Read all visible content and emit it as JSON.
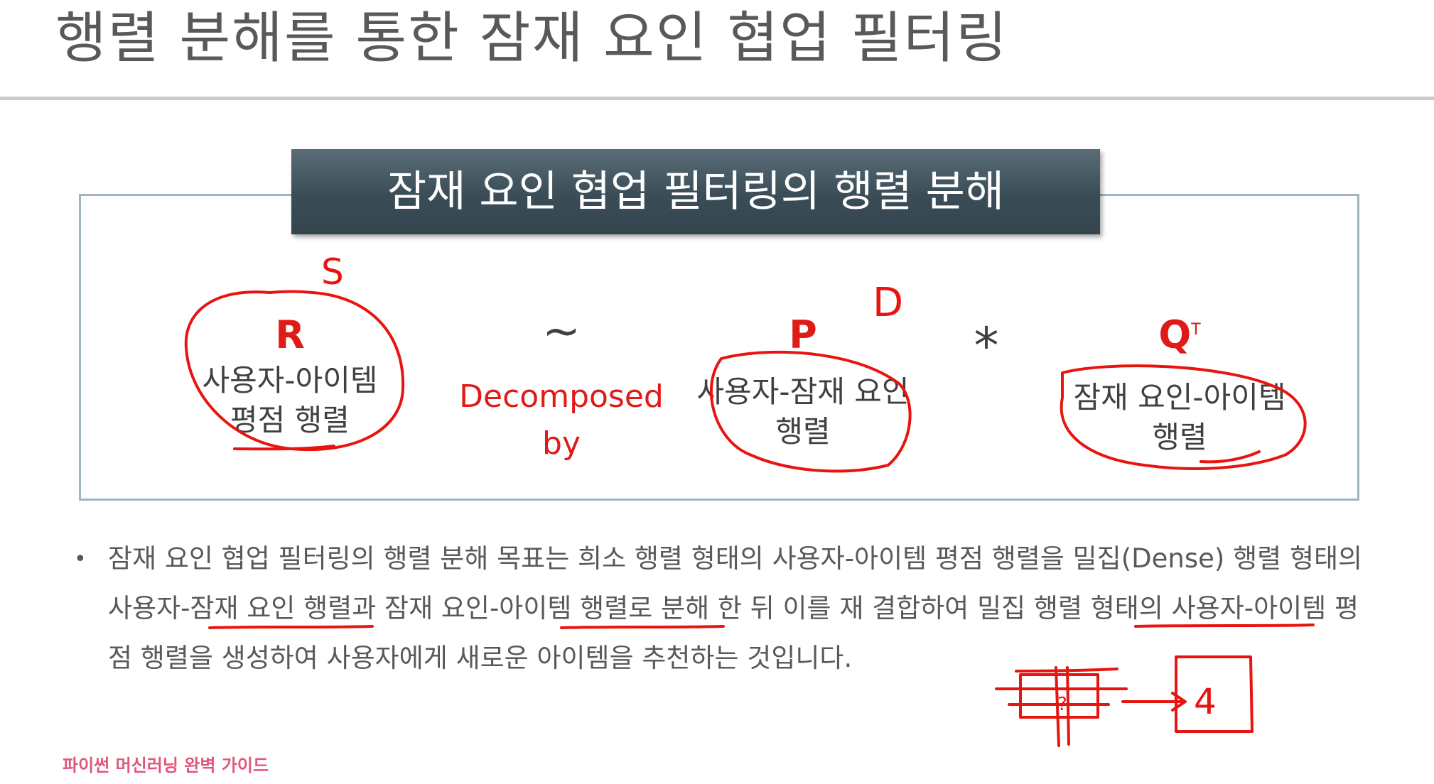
{
  "slide": {
    "title": "행렬 분해를 통한 잠재 요인 협업 필터링",
    "footer": "파이썬 머신러닝 완벽 가이드"
  },
  "diagram": {
    "header": "잠재 요인 협업 필터링의 행렬 분해",
    "r_matrix": {
      "letter": "R",
      "line1": "사용자-아이템",
      "line2": "평점 행렬"
    },
    "approx_symbol": "~",
    "decomposed": {
      "line1": "Decomposed",
      "line2": "by"
    },
    "p_matrix": {
      "letter": "P",
      "line1": "사용자-잠재 요인",
      "line2": "행렬"
    },
    "multiply_symbol": "*",
    "q_matrix": {
      "letter": "Q",
      "superscript": "T",
      "line1": "잠재 요인-아이템",
      "line2": "행렬"
    }
  },
  "bullet": {
    "marker": "•",
    "text": "잠재 요인 협업 필터링의 행렬 분해 목표는 희소 행렬 형태의 사용자-아이템 평점 행렬을 밀집(Dense) 행렬 형태의 사용자-잠재 요인 행렬과 잠재 요인-아이템 행렬로 분해 한 뒤 이를 재 결합하여 밀집 행렬 형태의 사용자-아이템 평점 행렬을 생성하여 사용자에게 새로운 아이템을 추천하는 것입니다."
  },
  "annotations": {
    "r_note": "S",
    "p_note": "D",
    "grid_mark": "?",
    "result_value": "4",
    "ink_color": "#e8140f"
  }
}
